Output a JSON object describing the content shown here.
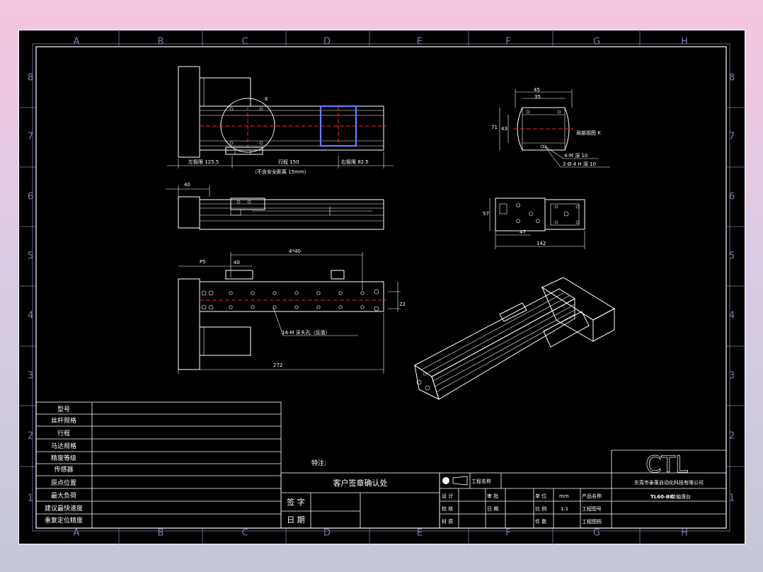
{
  "zones": {
    "columns": [
      "A",
      "B",
      "C",
      "D",
      "E",
      "F",
      "G",
      "H"
    ],
    "rows": [
      "8",
      "7",
      "6",
      "5",
      "4",
      "3",
      "2",
      "1"
    ]
  },
  "annotations": {
    "top_view_k": "K",
    "left_limit": "左极限 125.5",
    "stroke": "行程 150",
    "right_limit": "右极限 82.5",
    "safety_note": "（不含安全距离 15mm）",
    "side_dim_top": "40",
    "bottom_dim_p5": "P5",
    "bottom_dim_40": "40",
    "bottom_dim_top": "4*40",
    "bottom_dim_right": "22",
    "bottom_thread_note": "14-M 牙头孔（反面）",
    "bottom_total": "272",
    "detail_dim_top1": "45",
    "detail_dim_top2": "35",
    "detail_dim_left1": "71",
    "detail_dim_left2": "43",
    "detail_title": "局部视图 K",
    "detail_note1": "4-M 深 10",
    "detail_note2": "2-Ø 4 H 深 10",
    "end_dim_h": "57",
    "end_dim_w1": "47",
    "end_dim_w2": "142",
    "special_note": "特注:"
  },
  "spec_table": {
    "rows": [
      "型号",
      "丝杆规格",
      "行程",
      "马达规格",
      "精度等级",
      "传感器",
      "原点位置",
      "最大负荷",
      "建议最快速度",
      "重复定位精度"
    ]
  },
  "confirm": {
    "title": "客户签章确认处",
    "sign": "签  字",
    "date": "日  期"
  },
  "title_block": {
    "project_name": "工程名称",
    "design": "设 计",
    "check": "校 核",
    "material": "材 质",
    "approve": "审 批",
    "date": "日 期",
    "unit": "单 位",
    "unit_value": "mm",
    "scale": "比 例",
    "scale_value": "1:1",
    "pieces": "件 数",
    "product_name": "产品名称",
    "drawing_no": "工程图号",
    "drawing_file": "工程图档",
    "logo": "CTL",
    "company": "东莞市泰莱自动化科技有限公司",
    "model": "TL60-BE",
    "model_suffix": "单轴滑台"
  }
}
